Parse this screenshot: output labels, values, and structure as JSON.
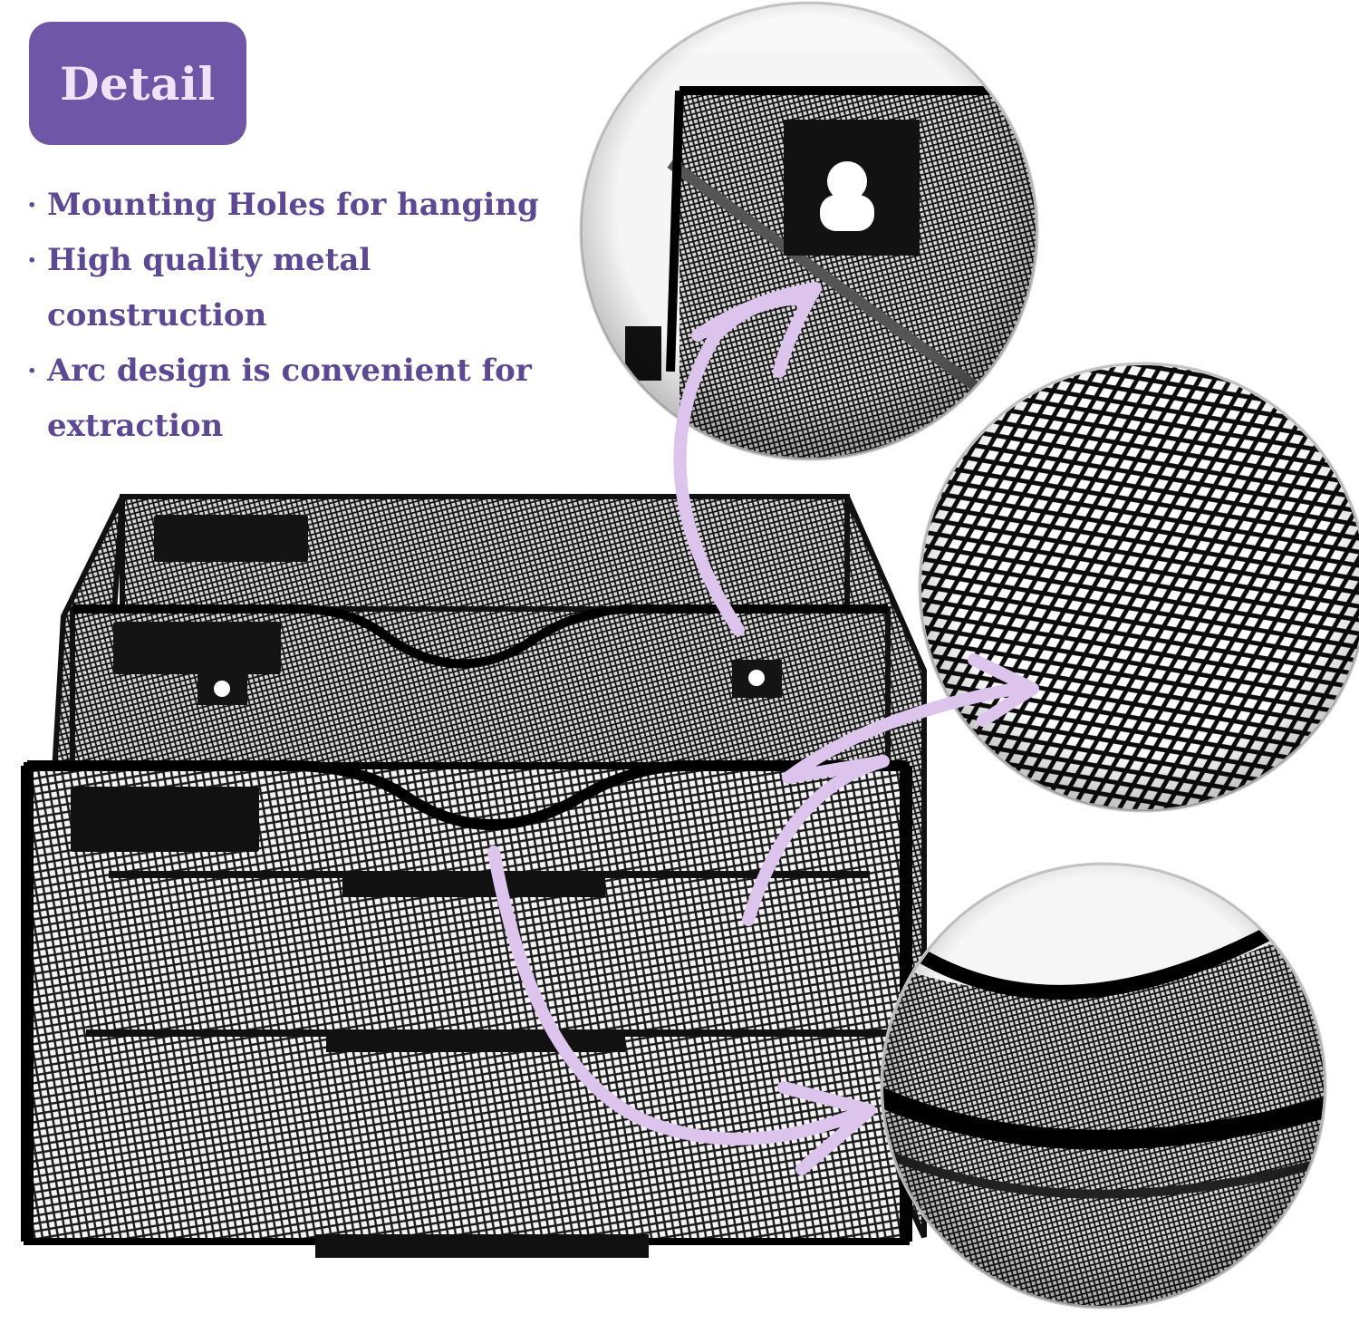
{
  "header": {
    "badge_label": "Detail"
  },
  "features": [
    {
      "text": "Mounting Holes for hanging"
    },
    {
      "text": "High quality metal construction"
    },
    {
      "text": "Arc design is convenient for extraction"
    }
  ],
  "bullet_glyph": "·",
  "colors": {
    "badge_bg": "#6f56a6",
    "badge_text": "#f0e3f7",
    "feature_text": "#5d4894",
    "arrow": "#dcc4ec",
    "mesh_dark": "#111111"
  },
  "icons": [
    "mounting-hole-icon",
    "arrow-icon"
  ]
}
